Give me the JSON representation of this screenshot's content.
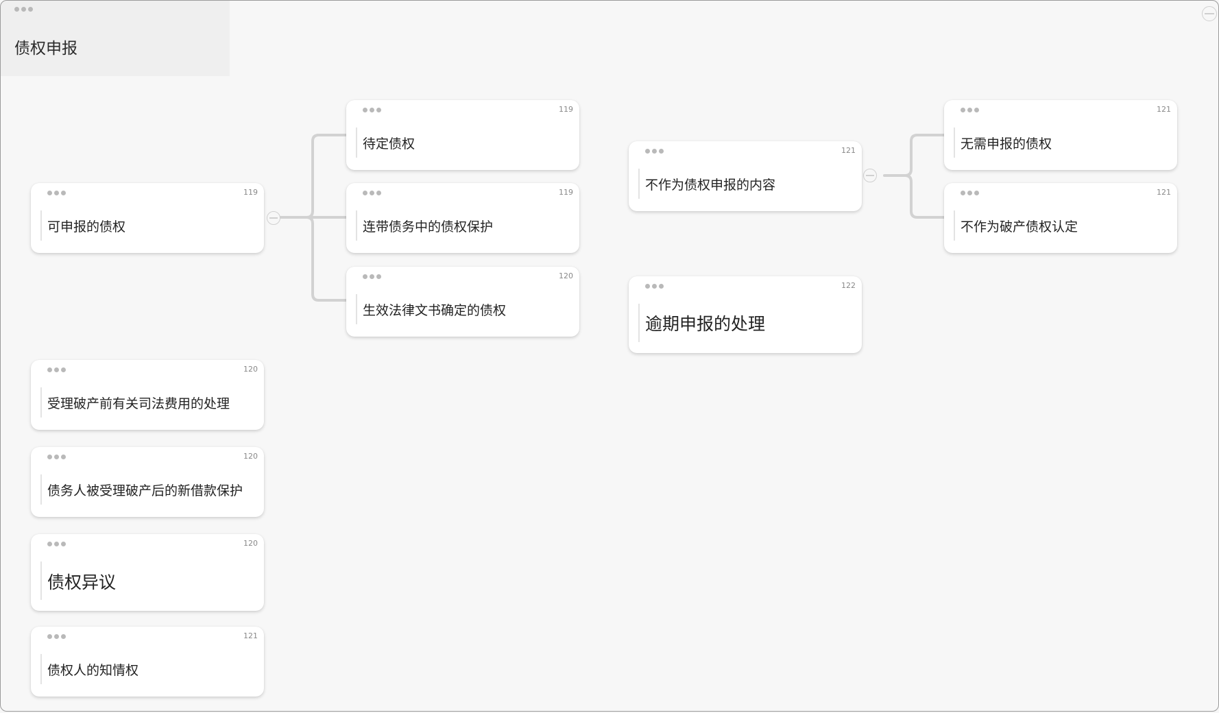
{
  "root": {
    "title": "债权申报"
  },
  "cards": {
    "kesb": {
      "label": "可申报的债权",
      "num": "119"
    },
    "dd": {
      "label": "待定债权",
      "num": "119"
    },
    "ldz": {
      "label": "连带债务中的债权保护",
      "num": "119"
    },
    "sx": {
      "label": "生效法律文书确定的债权",
      "num": "120"
    },
    "bzw": {
      "label": "不作为债权申报的内容",
      "num": "121"
    },
    "wx": {
      "label": "无需申报的债权",
      "num": "121"
    },
    "bzwpc": {
      "label": "不作为破产债权认定",
      "num": "121"
    },
    "yq": {
      "label": "逾期申报的处理",
      "num": "122"
    },
    "sl": {
      "label": "受理破产前有关司法费用的处理",
      "num": "120"
    },
    "zwr": {
      "label": "债务人被受理破产后的新借款保护",
      "num": "120"
    },
    "zqyy": {
      "label": "债权异议",
      "num": "120"
    },
    "zqr": {
      "label": "债权人的知情权",
      "num": "121"
    }
  }
}
